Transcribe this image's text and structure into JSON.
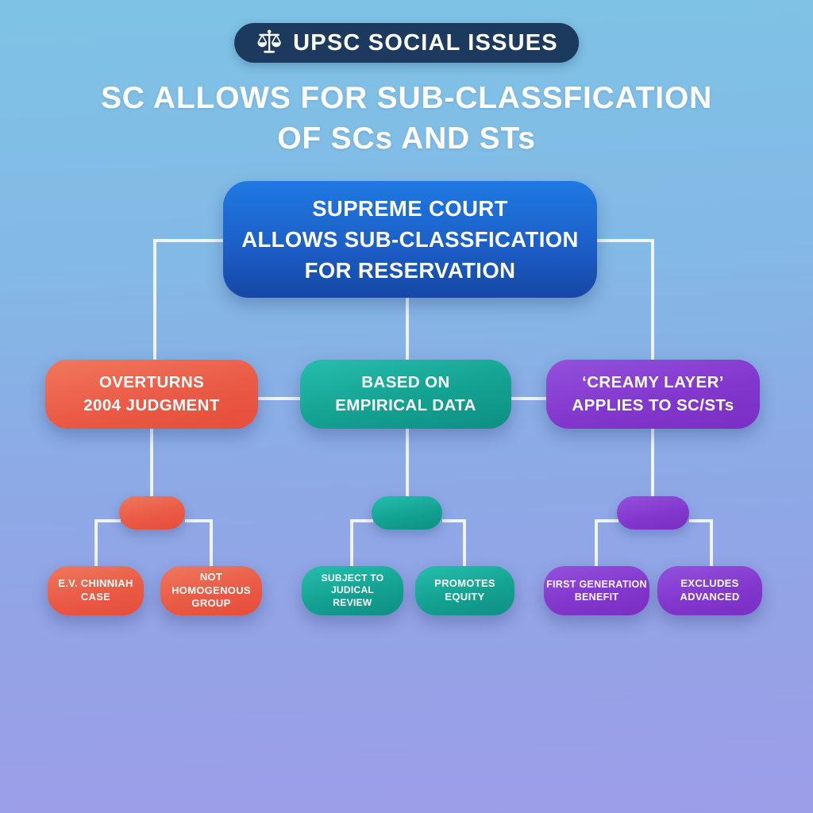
{
  "header": {
    "badge": {
      "icon": "scales-of-justice",
      "label": "UPSC SOCIAL ISSUES"
    },
    "title_lines": [
      "SC ALLOWS FOR SUB-CLASSFICATION",
      "OF SCs AND STs"
    ]
  },
  "flowchart": {
    "root": {
      "lines": [
        "SUPREME COURT",
        "ALLOWS SUB-CLASSFICATION",
        "FOR RESERVATION"
      ]
    },
    "branches": [
      {
        "name": "overturns-2004-judgment",
        "lines": [
          "OVERTURNS",
          "2004 JUDGMENT"
        ],
        "children": [
          {
            "lines": [
              "E.V. CHINNIAH",
              "CASE"
            ]
          },
          {
            "lines": [
              "NOT HOMOGENOUS",
              "GROUP"
            ]
          }
        ]
      },
      {
        "name": "based-on-empirical-data",
        "lines": [
          "BASED ON",
          "EMPIRICAL DATA"
        ],
        "children": [
          {
            "lines": [
              "SUBJECT TO",
              "JUDICAL",
              "REVIEW"
            ]
          },
          {
            "lines": [
              "PROMOTES",
              "EQUITY"
            ]
          }
        ]
      },
      {
        "name": "creamy-layer-applies-to-sc-sts",
        "lines": [
          "‘CREAMY LAYER’",
          "APPLIES TO SC/STs"
        ],
        "children": [
          {
            "lines": [
              "FIRST GENERATION",
              "BENEFIT"
            ]
          },
          {
            "lines": [
              "EXCLUDES",
              "ADVANCED"
            ]
          }
        ]
      }
    ]
  },
  "colors": {
    "background_top": "#7ec3e6",
    "background_bottom": "#9d9de8",
    "badge_navy": "#1c3a5e",
    "root_blue_top": "#2079e2",
    "root_blue_bottom": "#1647a6",
    "branch_orange": "#e85542",
    "branch_teal": "#12a192",
    "branch_purple": "#8238cc",
    "connector_white": "#eef4fb",
    "text_white": "#ffffff"
  }
}
